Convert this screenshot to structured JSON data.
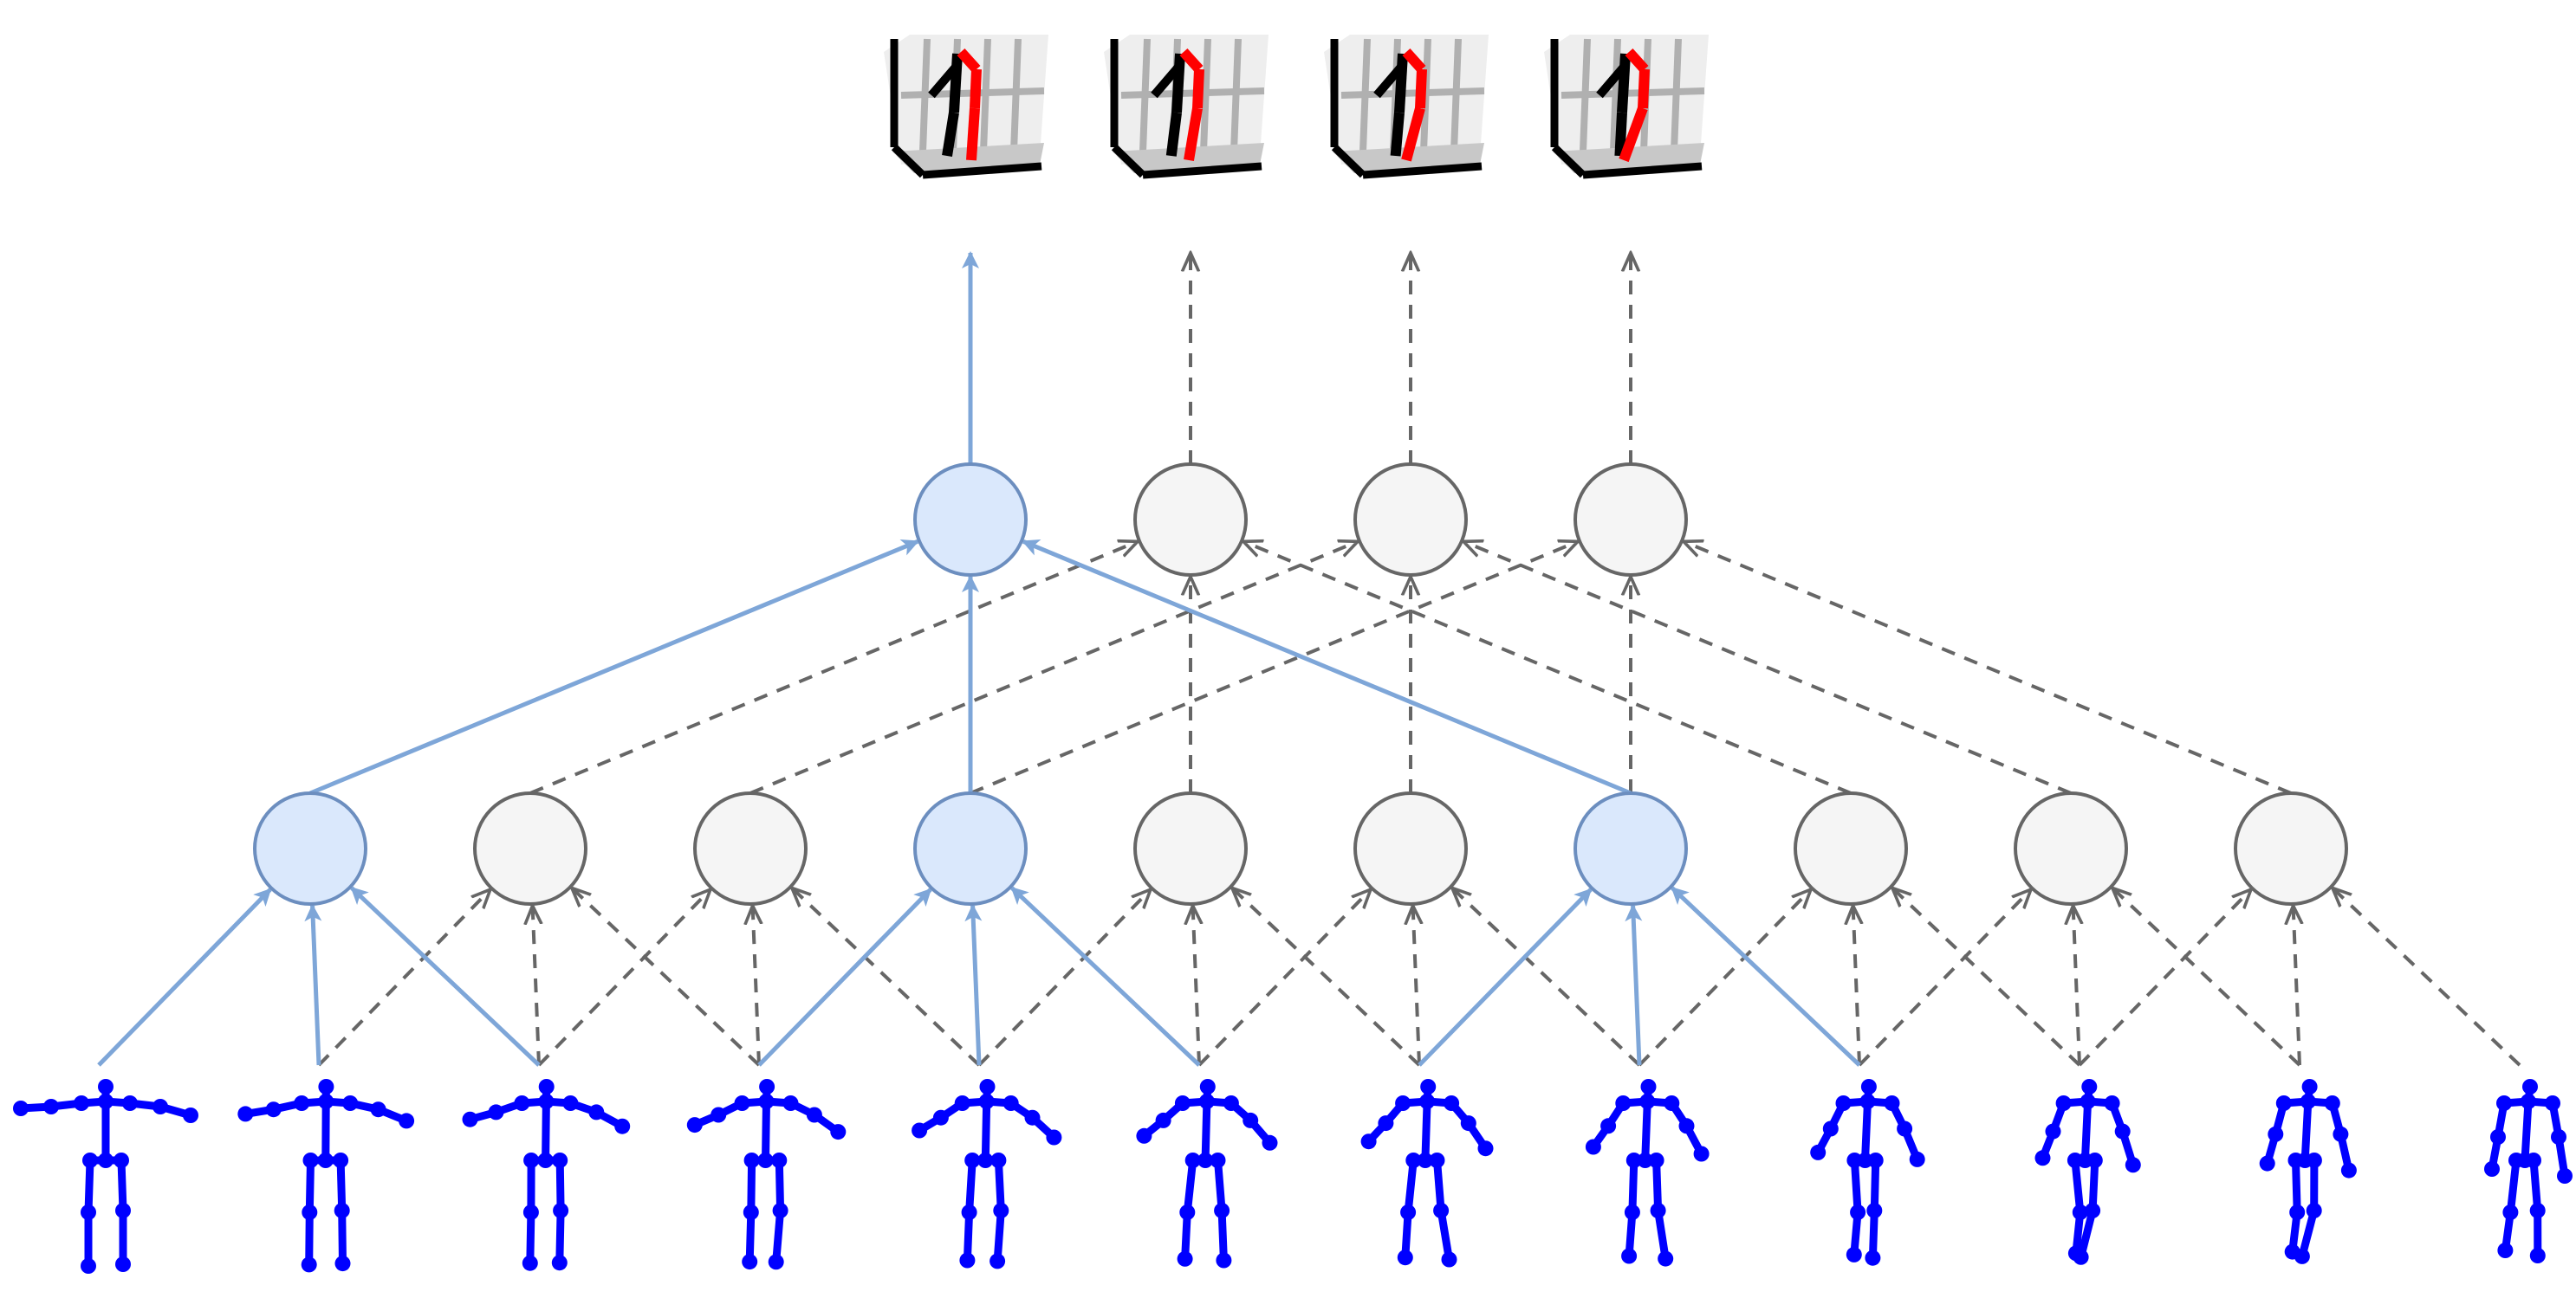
{
  "colors": {
    "active_edge": "#7ea6d8",
    "active_node_fill": "#dae8fc",
    "active_node_stroke": "#6c8ebf",
    "inactive_edge": "#666666",
    "inactive_node_fill": "#f5f5f5",
    "inactive_node_stroke": "#666666",
    "input_skeleton": "#0000ff",
    "output_pose_dark": "#000000",
    "output_pose_red": "#ff0000",
    "output_box_grid": "#b0b0b0"
  },
  "layers": {
    "input": {
      "count": 12,
      "kind": "2d-pose-skeleton"
    },
    "hidden": {
      "count": 10,
      "active": [
        0,
        3,
        6
      ],
      "receptive_field": 3,
      "dilation": 1
    },
    "top": {
      "count": 4,
      "active": [
        0
      ],
      "receptive_field": 3,
      "dilation": 3
    },
    "output": {
      "count": 4,
      "kind": "3d-pose-box"
    }
  },
  "icons": {
    "input": "2d-pose-skeleton-icon",
    "output": "3d-pose-box-icon"
  }
}
